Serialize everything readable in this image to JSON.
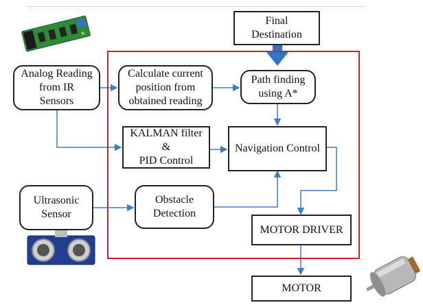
{
  "nodes": {
    "final_destination": "Final\nDestination",
    "analog_reading": "Analog Reading\nfrom IR\nSensors",
    "calculate_position": "Calculate current\nposition from\nobtained reading",
    "path_finding": "Path finding\nusing A*",
    "kalman_pid": "KALMAN filter &\nPID Control",
    "navigation_control": "Navigation Control",
    "ultrasonic_sensor": "Ultrasonic\nSensor",
    "obstacle_detection": "Obstacle\nDetection",
    "motor_driver": "MOTOR DRIVER",
    "motor": "MOTOR"
  },
  "colors": {
    "frame": "#c8242a",
    "connector": "#3b7fc4",
    "box_border": "#222222",
    "highlight_arrow": "#2e74c8"
  },
  "images": {
    "ir_board": "ir-sensor-board",
    "ultrasonic_module": "ultrasonic-module",
    "dc_motor": "dc-motor"
  }
}
